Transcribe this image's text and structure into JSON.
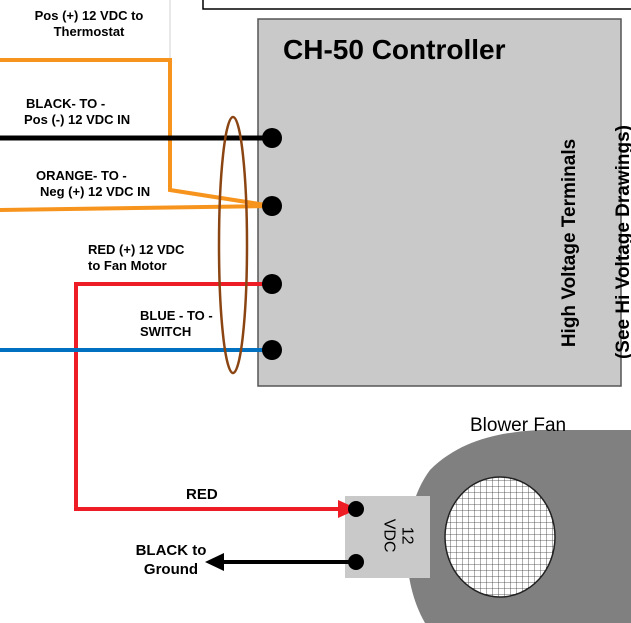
{
  "controller": {
    "title": "CH-50 Controller",
    "side_label": "High Voltage Terminals",
    "note": "(See Hi Voltage Drawings)"
  },
  "wires": {
    "thermostat": {
      "line1": "Pos  (+) 12 VDC to",
      "line2": "Thermostat",
      "color": "#f7941d"
    },
    "black_in": {
      "line1": "BLACK- TO -",
      "line2": "Pos  (-) 12 VDC IN",
      "color": "#000000"
    },
    "orange_in": {
      "line1": "ORANGE- TO -",
      "line2": "Neg (+) 12 VDC IN",
      "color": "#f7941d"
    },
    "red_fan": {
      "line1": "RED (+) 12 VDC",
      "line2": "to Fan Motor",
      "color": "#ee1c25"
    },
    "blue_switch": {
      "line1": "BLUE - TO -",
      "line2": "SWITCH",
      "color": "#0070c0"
    }
  },
  "fan": {
    "title": "Blower Fan",
    "red_label": "RED",
    "black_line1": "BLACK to",
    "black_line2": "Ground",
    "vdc_line1": "12",
    "vdc_line2": "VDC"
  },
  "colors": {
    "controller_fill": "#c9c9c9",
    "fan_fill": "#808080",
    "bundle_ring": "#8b4513"
  }
}
